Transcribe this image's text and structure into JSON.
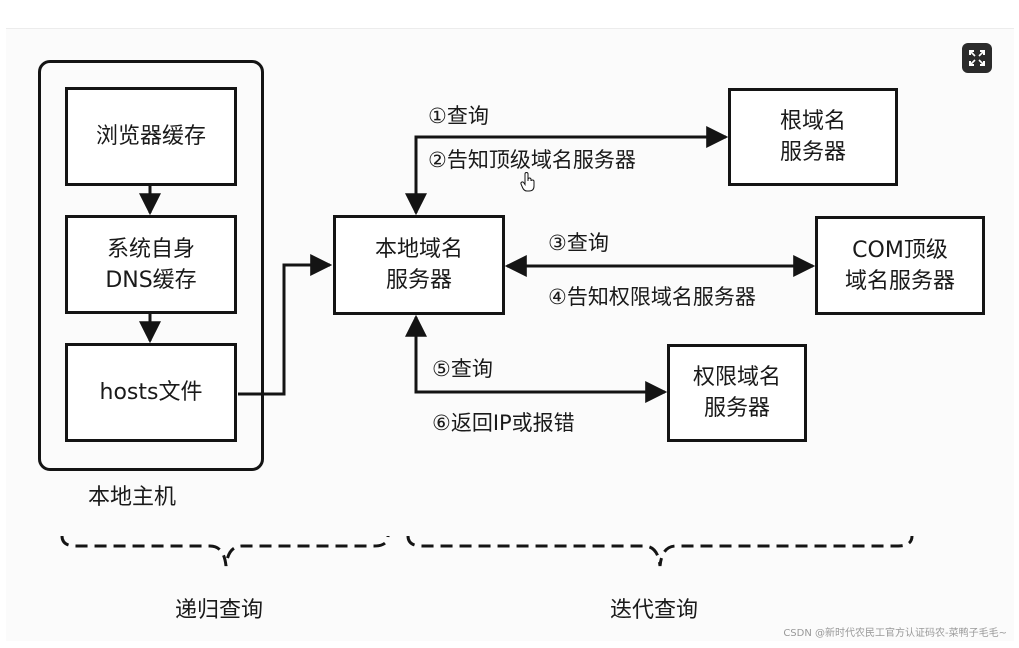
{
  "nodes": {
    "browser_cache": "浏览器缓存",
    "system_dns_cache": "系统自身\nDNS缓存",
    "hosts_file": "hosts文件",
    "local_dns": "本地域名\n服务器",
    "root_dns": "根域名\n服务器",
    "com_tld": "COM顶级\n域名服务器",
    "authoritative": "权限域名\n服务器"
  },
  "group_label": "本地主机",
  "edge_labels": {
    "step1": "①查询",
    "step2": "②告知顶级域名服务器",
    "step3": "③查询",
    "step4": "④告知权限域名服务器",
    "step5": "⑤查询",
    "step6": "⑥返回IP或报错"
  },
  "braces": {
    "recursive": "递归查询",
    "iterative": "迭代查询"
  },
  "footer": "CSDN @新时代农民工官方认证码农-菜鸭子毛毛~",
  "icons": {
    "expand": "expand-icon",
    "cursor": "hand-cursor-icon"
  },
  "colors": {
    "stroke": "#141414",
    "background": "#fbfbfb",
    "button": "#2b2b2b"
  }
}
